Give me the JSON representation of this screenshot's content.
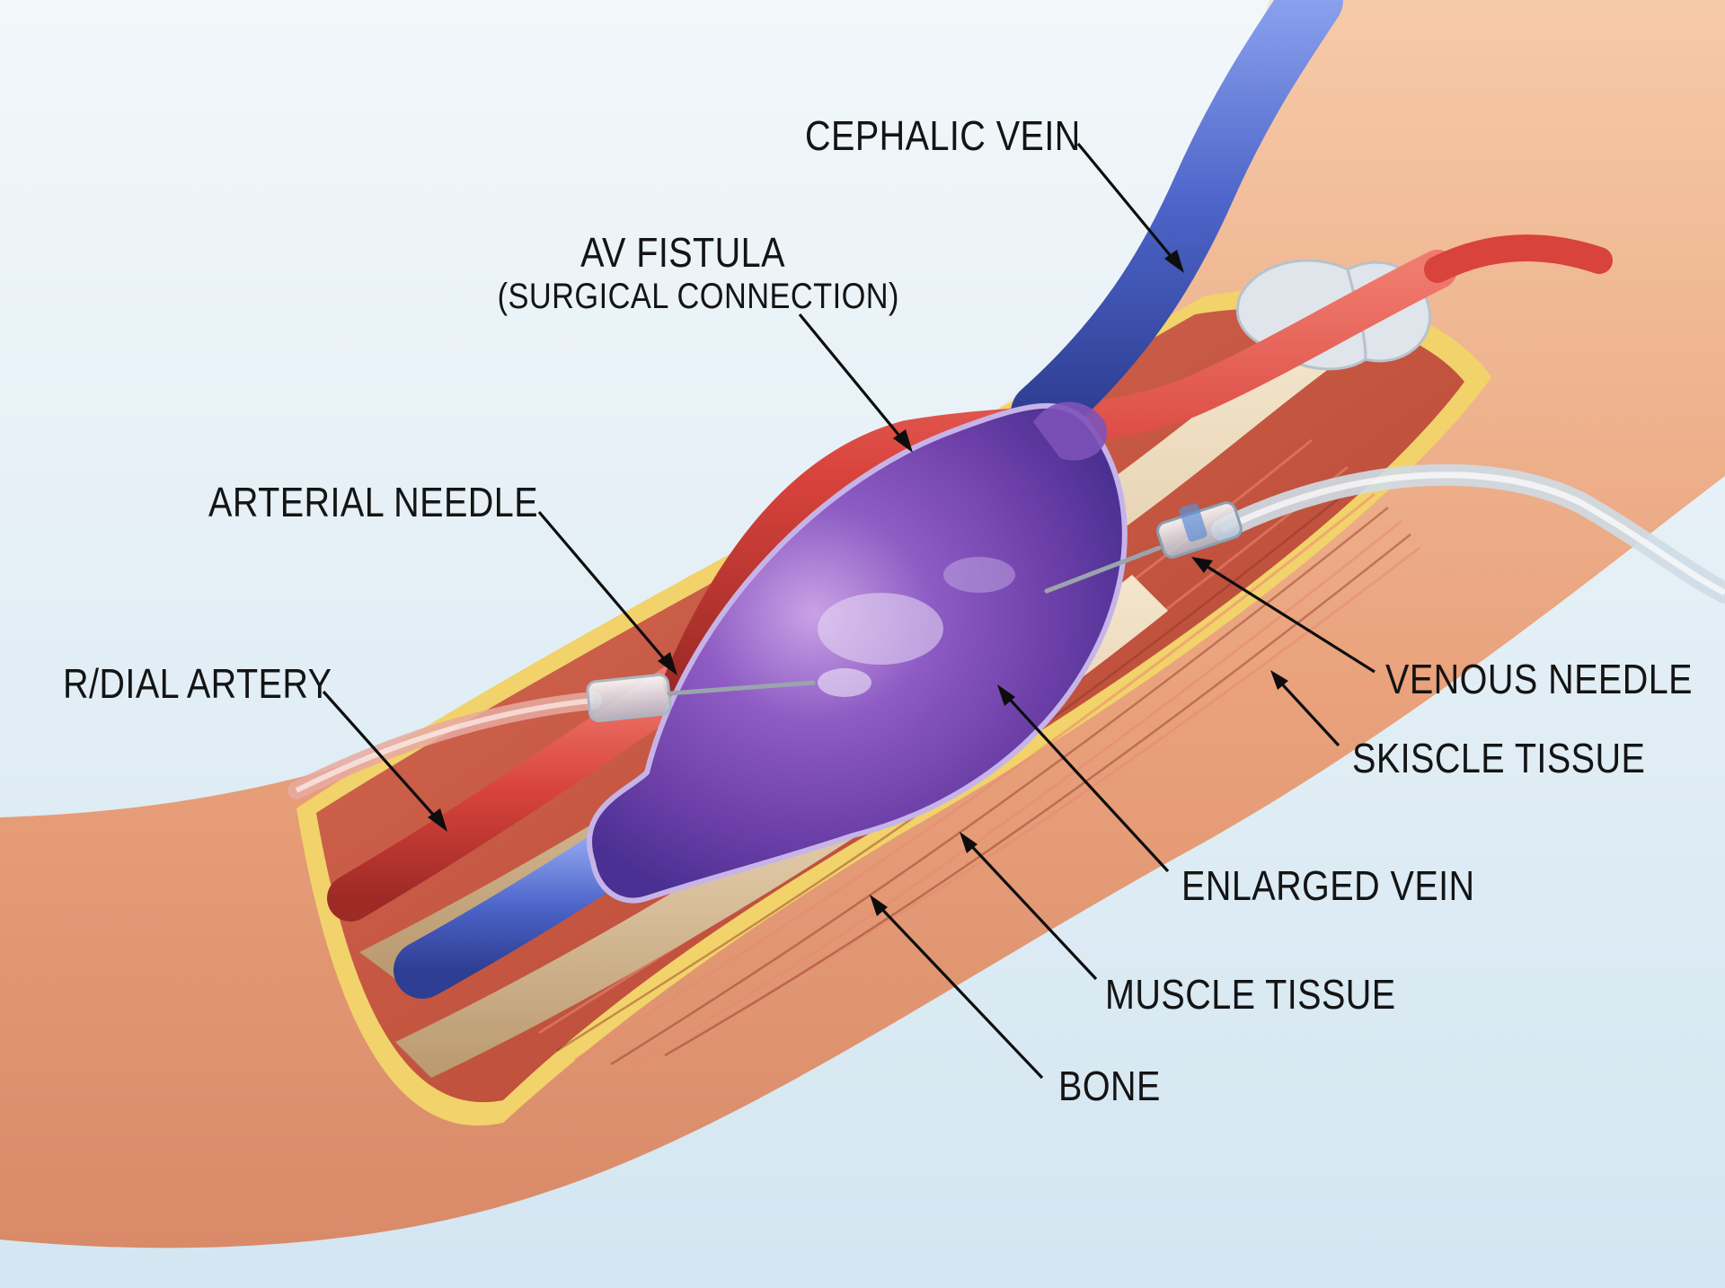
{
  "labels": {
    "cephalic_vein": "CEPHALIC VEIN",
    "av_fistula": "AV FISTULA",
    "av_fistula_sub": "(SURGICAL CONNECTION)",
    "arterial_needle": "ARTERIAL NEEDLE",
    "radial_artery": "R/DIAL ARTERY",
    "venous_needle": "VENOUS NEEDLE",
    "skiscle_tissue": "SKISCLE TISSUE",
    "enlarged_vein": "ENLARGED VEIN",
    "muscle_tissue": "MUSCLE TISSUE",
    "bone": "BONE"
  },
  "colors": {
    "background_top": "#eef4f8",
    "background_bottom": "#d6e8f2",
    "skin": "#e9a680",
    "skin_light": "#f4c6a6",
    "muscle": "#c95a45",
    "muscle_dark": "#a8412f",
    "fat_layer": "#f2d26a",
    "artery": "#d8433c",
    "vein": "#4c64c8",
    "fistula": "#7a48b0",
    "bone": "#e6d2b2",
    "tubing": "#cfdbe6"
  }
}
